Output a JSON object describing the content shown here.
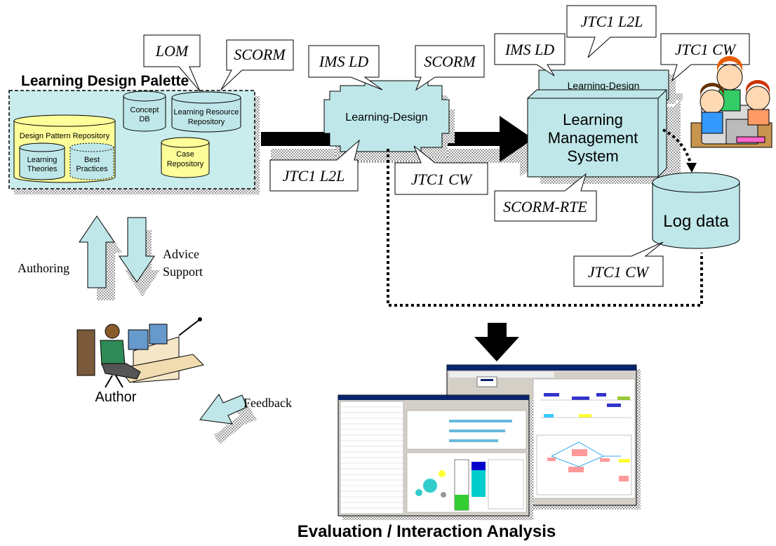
{
  "palette": {
    "title": "Learning Design Palette",
    "design_pattern_repository": "Design Pattern Repository",
    "learning_theories_line1": "Learning",
    "learning_theories_line2": "Theories",
    "best_practices_line1": "Best",
    "best_practices_line2": "Practices",
    "concept_db_line1": "Concept",
    "concept_db_line2": "DB",
    "learning_resource_line1": "Learning Resource",
    "learning_resource_line2": "Repository",
    "case_repository_line1": "Case",
    "case_repository_line2": "Repository"
  },
  "callouts": {
    "lom": "LOM",
    "scorm_palette": "SCORM",
    "ims_ld_center": "IMS LD",
    "scorm_center": "SCORM",
    "jtc1_l2l_center": "JTC1 L2L",
    "jtc1_cw_center": "JTC1 CW",
    "ims_ld_lms": "IMS LD",
    "jtc1_l2l_lms": "JTC1 L2L",
    "jtc1_cw_lms": "JTC1 CW",
    "scorm_rte": "SCORM-RTE",
    "jtc1_cw_log": "JTC1 CW"
  },
  "center": {
    "learning_design": "Learning-Design"
  },
  "lms": {
    "learning_design": "Learning-Design",
    "line1": "Learning",
    "line2": "Management",
    "line3": "System"
  },
  "log": {
    "label": "Log data"
  },
  "arrows": {
    "authoring": "Authoring",
    "advice_line1": "Advice",
    "advice_line2": "Support",
    "feedback": "Feedback"
  },
  "author": {
    "label": "Author"
  },
  "evaluation": {
    "title": "Evaluation / Interaction Analysis"
  },
  "colors": {
    "teal_fill": "#bfe7e9",
    "shadow": "#b3b3b3",
    "yellow_fill": "#ffff99",
    "palette_bg": "#c9ecec"
  }
}
